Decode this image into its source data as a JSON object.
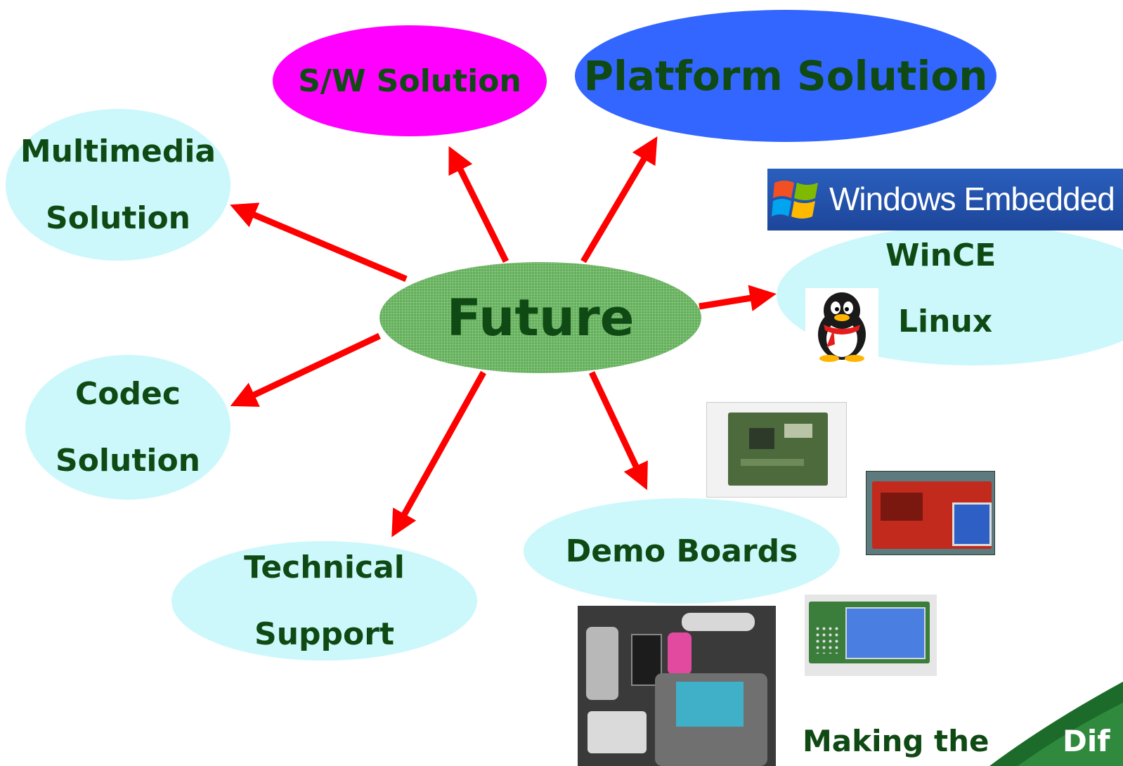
{
  "center": {
    "label": "Future"
  },
  "nodes": {
    "sw": {
      "label": "S/W Solution"
    },
    "platform": {
      "label": "Platform Solution"
    },
    "multimedia": {
      "line1": "Multimedia",
      "line2": "Solution"
    },
    "codec": {
      "line1": "Codec",
      "line2": "Solution"
    },
    "technical": {
      "line1": "Technical",
      "line2": "Support"
    },
    "demo": {
      "label": "Demo Boards"
    },
    "os": {
      "line1": "WinCE",
      "line2": "Linux"
    }
  },
  "badges": {
    "windows_embedded": "Windows Embedded"
  },
  "footer": {
    "making": "Making the",
    "difference_partial": "Dif"
  },
  "colors": {
    "arrow": "#ff0000",
    "bubble": "#ccf8fb",
    "sw": "#ff00ff",
    "platform": "#3366ff",
    "center": "#63b05a",
    "text": "#0f4a14",
    "windows_bar": "#1f4fa8"
  }
}
